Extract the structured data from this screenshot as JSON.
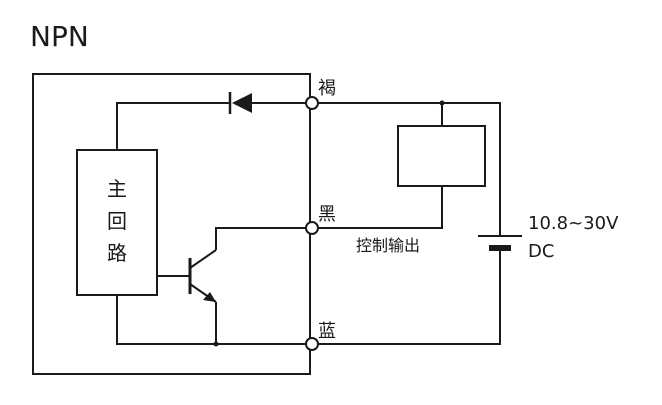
{
  "title": "NPN",
  "main_circuit": {
    "chars": [
      "主",
      "回",
      "路"
    ]
  },
  "terminals": {
    "brown": "褐",
    "black": "黑",
    "blue": "蓝"
  },
  "output_label": "控制输出",
  "supply": {
    "voltage": "10.8~30V",
    "type": "DC"
  }
}
